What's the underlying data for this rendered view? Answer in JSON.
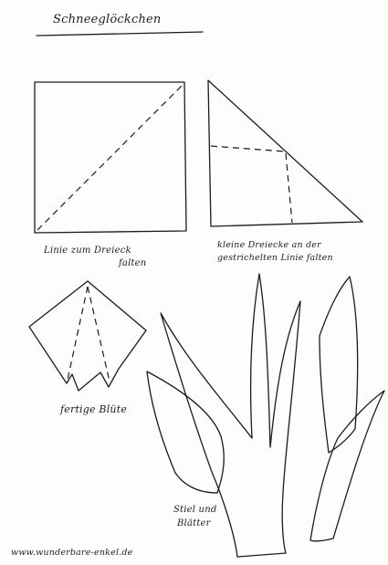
{
  "sheet": {
    "title": "Schneeglöckchen",
    "step_labels": {
      "fold_line": {
        "line1": "Linie zum Dreieck",
        "line2": "falten"
      },
      "small_triangle": {
        "line1": "kleine Dreiecke an der",
        "line2": "gestrichelten Linie falten"
      },
      "finished_flower": "fertige Blüte",
      "stem_leaves": {
        "line1": "Stiel und",
        "line2": "Blätter"
      }
    },
    "website": "www.wunderbare-enkel.de"
  }
}
